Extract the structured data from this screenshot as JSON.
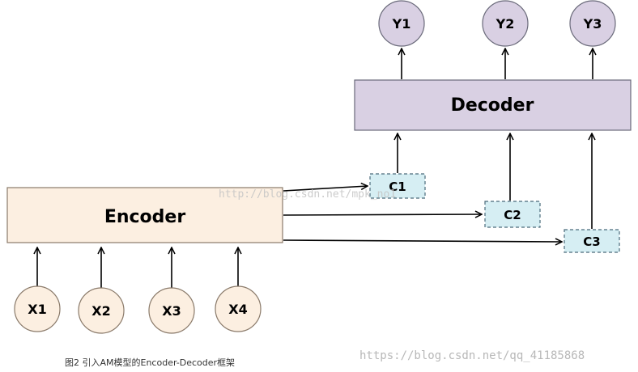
{
  "encoder": {
    "label": "Encoder",
    "fill": "#fcefe1",
    "stroke": "#8a7a6a"
  },
  "decoder": {
    "label": "Decoder",
    "fill": "#d9d0e3",
    "stroke": "#6a6a7a"
  },
  "inputs": [
    {
      "label": "X1"
    },
    {
      "label": "X2"
    },
    {
      "label": "X3"
    },
    {
      "label": "X4"
    }
  ],
  "outputs": [
    {
      "label": "Y1"
    },
    {
      "label": "Y2"
    },
    {
      "label": "Y3"
    }
  ],
  "contexts": [
    {
      "label": "C1"
    },
    {
      "label": "C2"
    },
    {
      "label": "C3"
    }
  ],
  "colors": {
    "input_fill": "#fcefe1",
    "output_fill": "#d9d0e3",
    "context_fill": "#d6eef3",
    "context_stroke": "#4a6a7a",
    "arrow": "#000000"
  },
  "caption": "图2 引入AM模型的Encoder-Decoder框架",
  "watermarks": {
    "inline": "http://blog.csdn.net/mpk_no1",
    "bottom_right": "https://blog.csdn.net/qq_41185868"
  }
}
